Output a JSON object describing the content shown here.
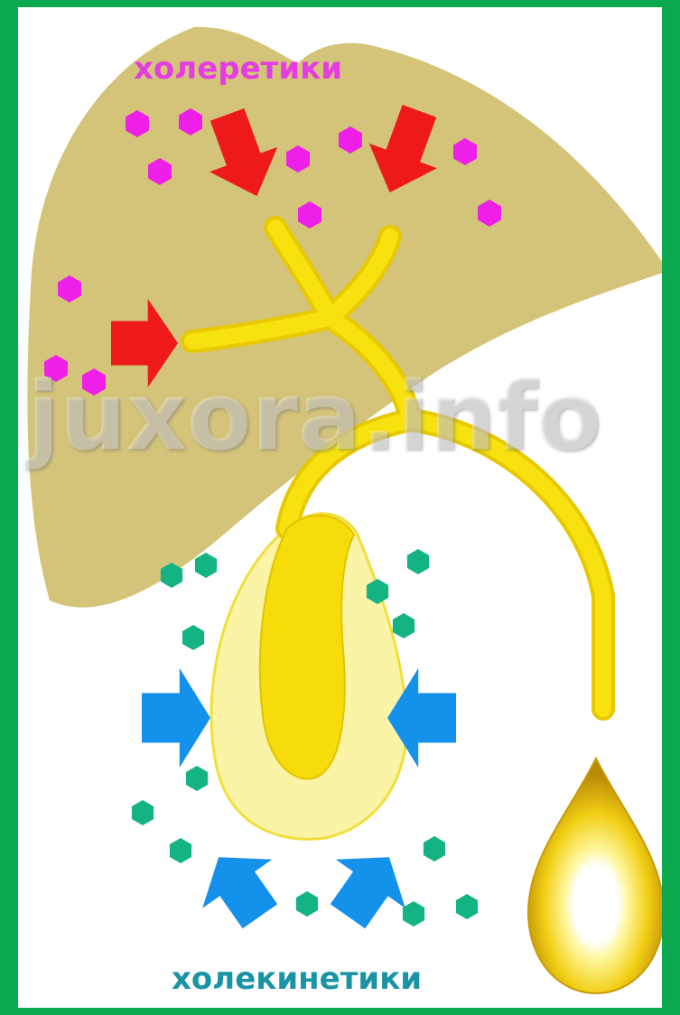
{
  "labels": {
    "choleretics": "холеретики",
    "cholekinetics": "холекинетики",
    "watermark": "juxora.info"
  },
  "colors": {
    "frame": "#0aa84f",
    "liver": "#d4c47a",
    "bile_duct": "#f7e10f",
    "bile_duct_outline": "#e8c800",
    "gallbladder_outer": "#fbf3a6",
    "gallbladder_inner": "#f5dc0a",
    "magenta_dot": "#ee1fe8",
    "red_arrow": "#ee1a1a",
    "teal_dot": "#13b383",
    "blue_arrow": "#1491ea",
    "drop": "#d9a70a",
    "label_top": "#e43de4",
    "label_bottom": "#1a93a5"
  },
  "icons": {
    "choleretic_particle": "magenta-hexagon-dot-icon",
    "choleretic_arrow": "red-arrow-icon",
    "cholekinetic_particle": "teal-hexagon-dot-icon",
    "cholekinetic_arrow": "blue-arrow-icon",
    "bile_drop": "drop-icon"
  }
}
